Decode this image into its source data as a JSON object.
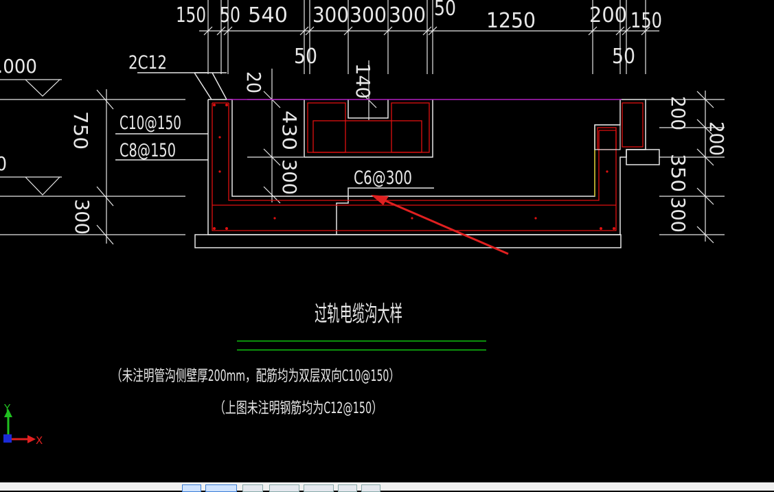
{
  "dimensions": {
    "top_row": [
      "150",
      "50",
      "540",
      "300",
      "300",
      "300",
      "50",
      "1250",
      "200",
      "150"
    ],
    "top_row_lower": [
      "50",
      "50"
    ],
    "left_levels": [
      ".000",
      "0"
    ],
    "left_vertical": [
      "750",
      "300"
    ],
    "inner_vertical": [
      "20",
      "430",
      "300",
      "140"
    ],
    "right_vertical": [
      "200",
      "350",
      "300",
      "200"
    ]
  },
  "labels": {
    "rebar_top": "2C12",
    "rebar_wall1": "C10@150",
    "rebar_wall2": "C8@150",
    "rebar_bottom": "C6@300"
  },
  "title": "过轨电缆沟大样",
  "notes": [
    "（未注明管沟侧壁厚200mm，配筋均为双层双向C10@150）",
    "（上图未注明钢筋均为C12@150）"
  ],
  "axes": {
    "y": "Y",
    "x": "X"
  },
  "colors": {
    "line": "#e8e8e8",
    "rebar": "#e01010",
    "top_line": "#b020c0",
    "underline": "#10c010",
    "arrow": "#e02020",
    "axis_y": "#20c020",
    "axis_x": "#e02020"
  }
}
